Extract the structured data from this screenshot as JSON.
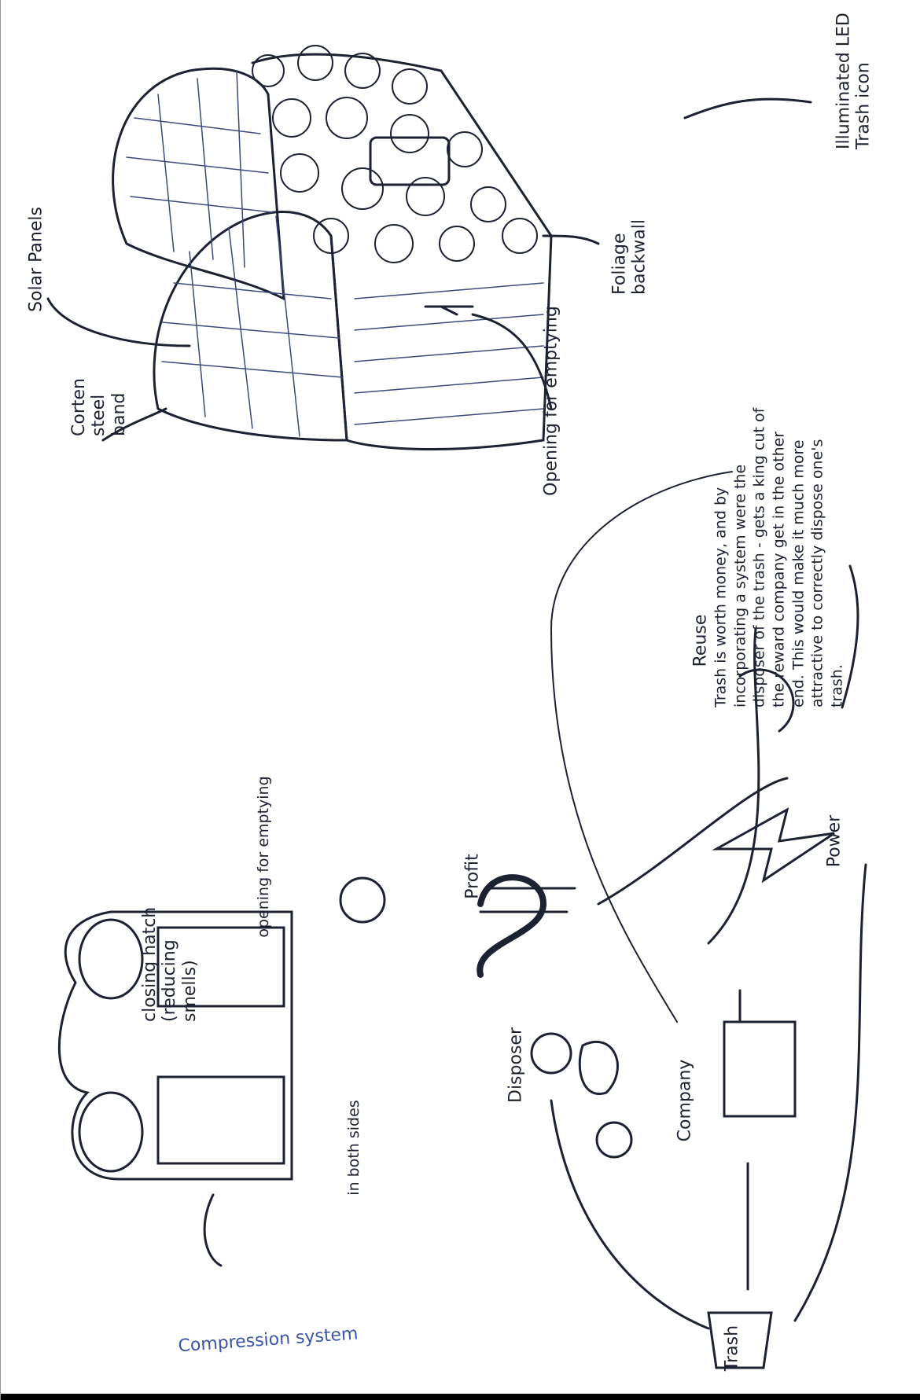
{
  "product_sketch": {
    "labels": {
      "led_icon": "Illuminated LED Trash icon",
      "solar_panels": "Solar Panels",
      "corten_band": "Corten steel band",
      "foliage": "Foliage backwall",
      "opening": "Opening for emptying"
    }
  },
  "note": "Trash is worth money, and by incorporating a system were the disposer of the trash - gets a king cut of the reward company get in the other end. This would make it much more attractive to correctly dispose one's trash.",
  "cycle": {
    "nodes": [
      "Reuse",
      "Power",
      "Profit",
      "Disposer",
      "Company",
      "Trash"
    ]
  },
  "section": {
    "hatch": "closing hatch (reducing smells)",
    "opening": "opening for emptying",
    "both_sides": "in both sides",
    "compression": "Compression system"
  },
  "colors": {
    "ink": "#1d2233",
    "blue_ink": "#3a55a8"
  }
}
